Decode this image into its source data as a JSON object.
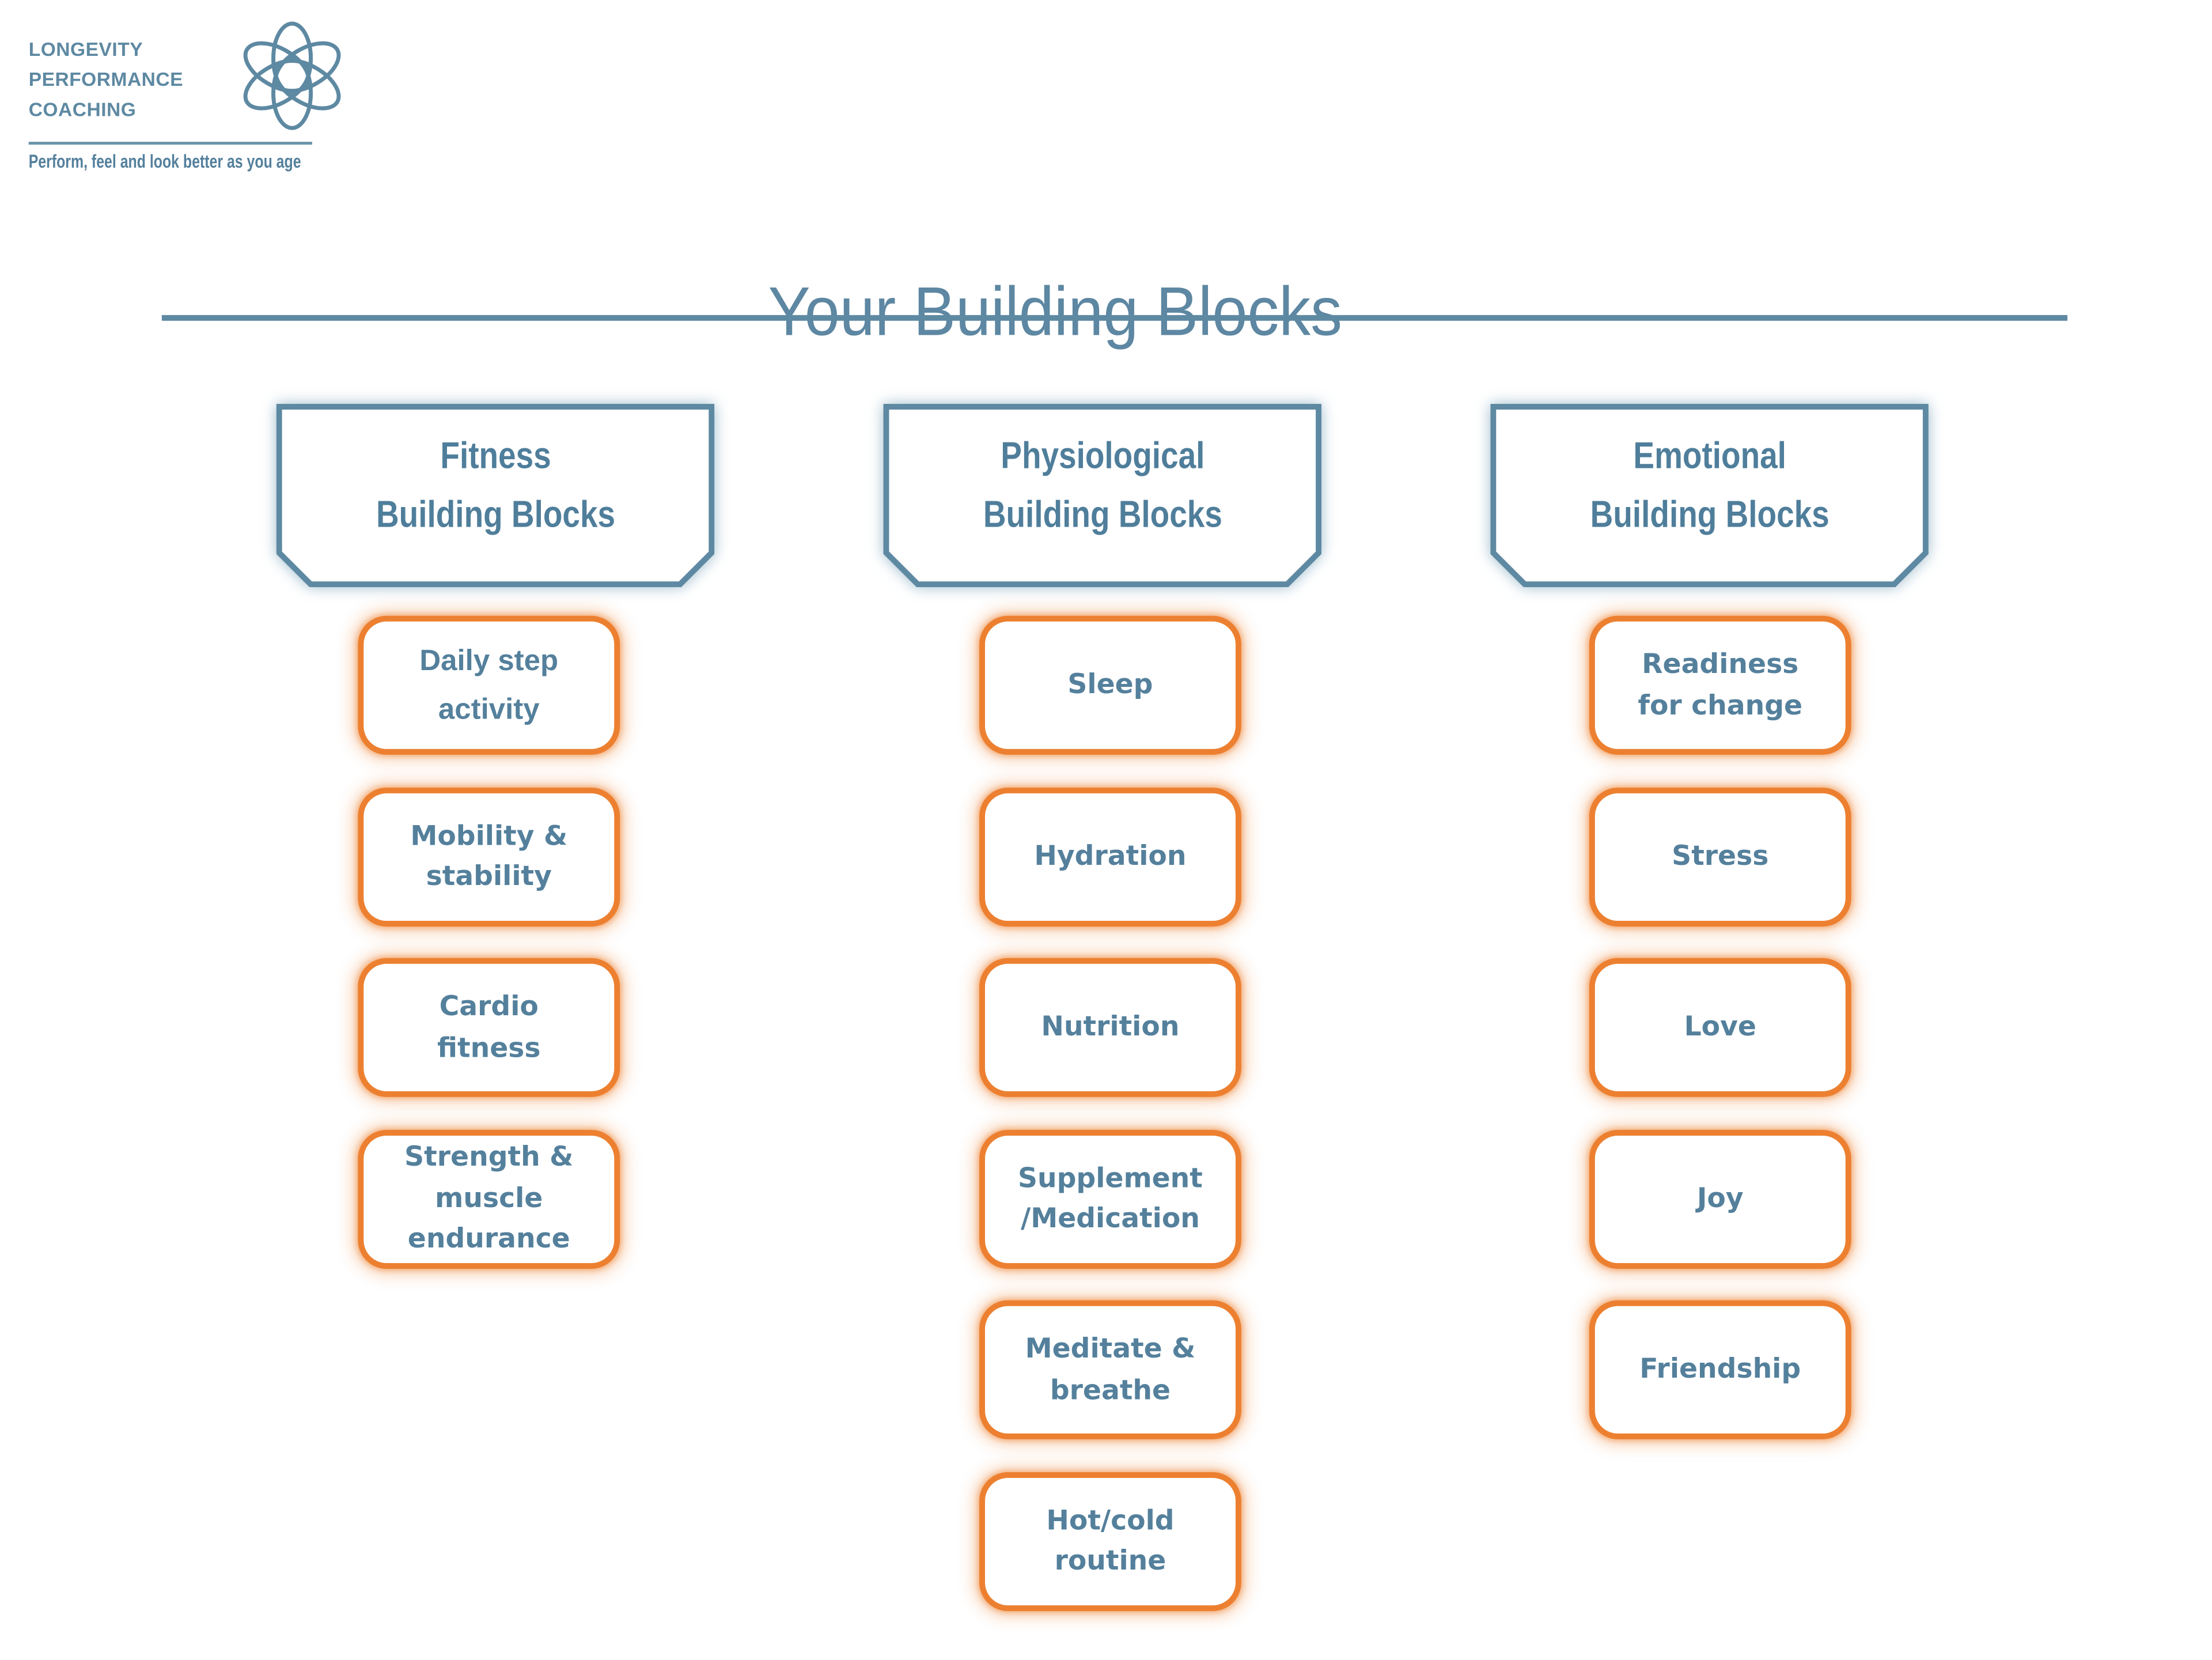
{
  "logo": {
    "line1": "LONGEVITY",
    "line2": "PERFORMANCE",
    "line3": "COACHING",
    "tagline": "Perform, feel and look better as you age"
  },
  "title": "Your Building Blocks",
  "colors": {
    "blue_border": "#5e89a2",
    "blue_text": "#54809c",
    "title_blue": "#5d87a2",
    "orange_border": "#ec8030",
    "orange_glow": "rgba(236,128,48,0.4)",
    "blue_glow": "rgba(140,175,195,0.85)"
  },
  "columns": [
    {
      "header": "Fitness\nBuilding Blocks",
      "blocks": [
        {
          "label": "Daily step\nactivity"
        },
        {
          "label": "Mobility &\nstability"
        },
        {
          "label": "Cardio\nfitness"
        },
        {
          "label": "Strength &\nmuscle\nendurance"
        }
      ]
    },
    {
      "header": "Physiological\nBuilding Blocks",
      "blocks": [
        {
          "label": "Sleep"
        },
        {
          "label": "Hydration"
        },
        {
          "label": "Nutrition"
        },
        {
          "label": "Supplement\n/Medication"
        },
        {
          "label": "Meditate &\nbreathe"
        },
        {
          "label": "Hot/cold\nroutine"
        }
      ]
    },
    {
      "header": "Emotional\nBuilding Blocks",
      "blocks": [
        {
          "label": "Readiness\nfor change"
        },
        {
          "label": "Stress"
        },
        {
          "label": "Love"
        },
        {
          "label": "Joy"
        },
        {
          "label": "Friendship"
        }
      ]
    }
  ]
}
